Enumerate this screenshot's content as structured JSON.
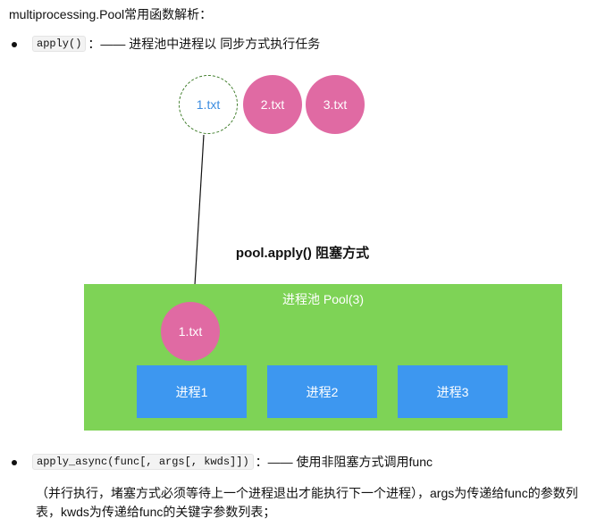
{
  "heading": "multiprocessing.Pool常用函数解析：",
  "apply": {
    "code": "apply()",
    "desc": "：—— 进程池中进程以 同步方式执行任务"
  },
  "tasks": [
    "1.txt",
    "2.txt",
    "3.txt"
  ],
  "mode_label": "pool.apply() 阻塞方式",
  "pool": {
    "title": "进程池 Pool(3)",
    "active_task": "1.txt",
    "processes": [
      "进程1",
      "进程2",
      "进程3"
    ]
  },
  "apply_async": {
    "code": "apply_async(func[, args[, kwds]])",
    "desc": "：—— 使用非阻塞方式调用func"
  },
  "note": "（并行执行，堵塞方式必须等待上一个进程退出才能执行下一个进程），args为传递给func的参数列表，kwds为传递给func的关键字参数列表；",
  "colors": {
    "pool_bg": "#7ed356",
    "process_bg": "#3d97f0",
    "task_bg": "#e06aa3",
    "pending_border": "#3f7d2a",
    "pending_text": "#3d8de0"
  }
}
